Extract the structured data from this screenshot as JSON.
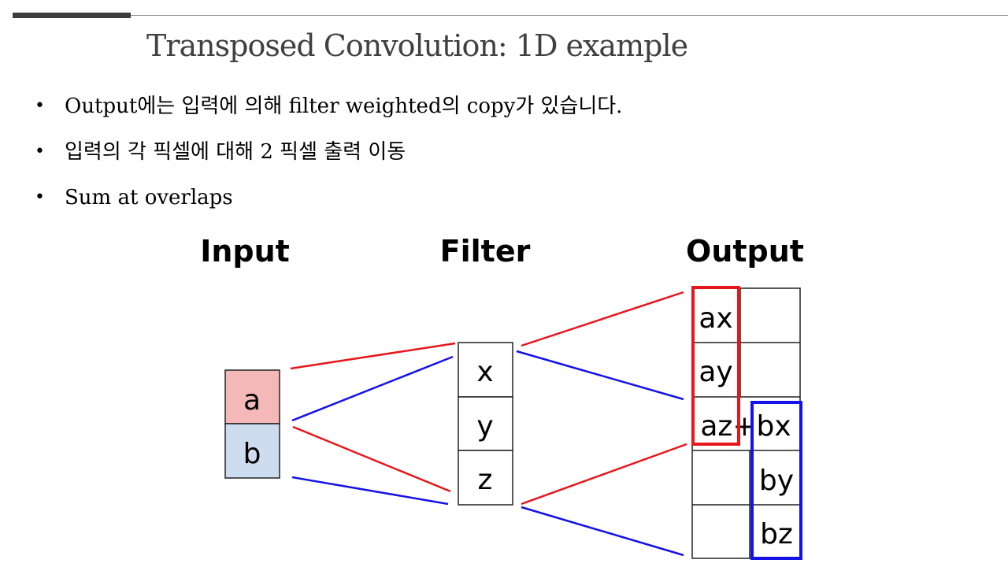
{
  "slide": {
    "title": "Transposed Convolution: 1D example",
    "bullets": [
      "Output에는 입력에 의해 filter weighted의 copy가 있습니다.",
      "입력의 각 픽셀에 대해 2 픽셀 출력 이동",
      "Sum at overlaps"
    ]
  },
  "diagram": {
    "input_label": "Input",
    "filter_label": "Filter",
    "output_label": "Output",
    "input_cells": [
      "a",
      "b"
    ],
    "filter_cells": [
      "x",
      "y",
      "z"
    ],
    "output_cells": [
      "ax",
      "ay",
      "az+bx",
      "by",
      "bz"
    ],
    "colors": {
      "cell_a_fill": "#f4b8b8",
      "cell_b_fill": "#cddcef",
      "red": "#e8161b",
      "blue": "#1512e8"
    }
  }
}
